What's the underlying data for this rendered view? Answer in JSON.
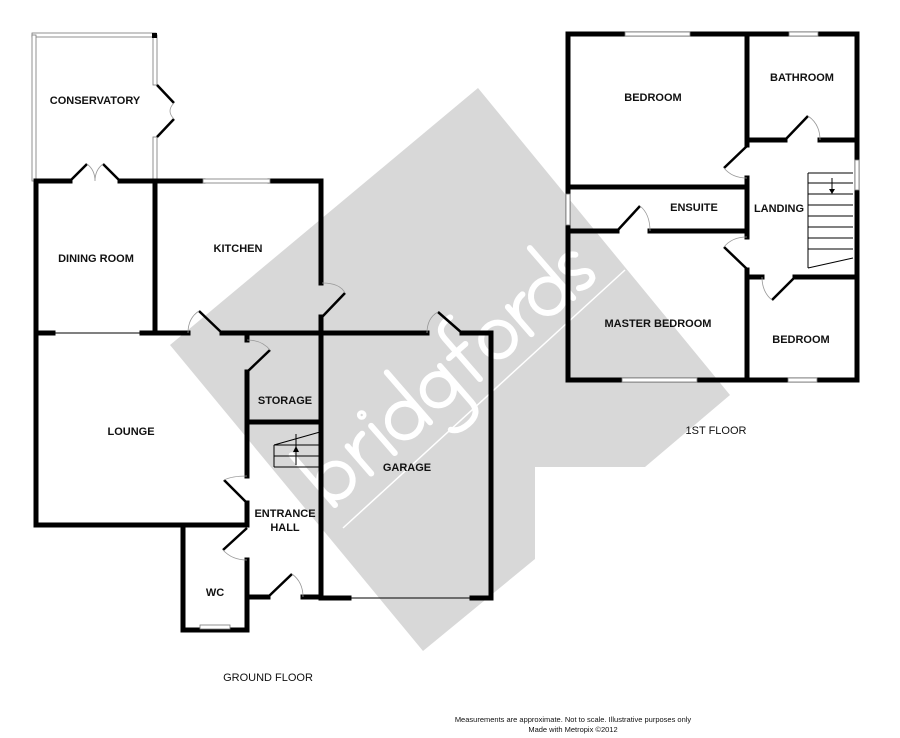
{
  "watermark": {
    "text": "bridgfords",
    "color": "#d8d8d8"
  },
  "ground_floor": {
    "title": "GROUND FLOOR",
    "rooms": {
      "conservatory": "CONSERVATORY",
      "dining_room": "DINING ROOM",
      "kitchen": "KITCHEN",
      "lounge": "LOUNGE",
      "storage": "STORAGE",
      "garage": "GARAGE",
      "entrance_hall_1": "ENTRANCE",
      "entrance_hall_2": "HALL",
      "wc": "WC"
    }
  },
  "first_floor": {
    "title": "1ST FLOOR",
    "rooms": {
      "bedroom_1": "BEDROOM",
      "bathroom": "BATHROOM",
      "ensuite": "ENSUITE",
      "landing": "LANDING",
      "master_bedroom": "MASTER BEDROOM",
      "bedroom_2": "BEDROOM"
    }
  },
  "footer": {
    "disclaimer": "Measurements are approximate.  Not to scale.  Illustrative purposes only",
    "credit": "Made with Metropix ©2012"
  }
}
